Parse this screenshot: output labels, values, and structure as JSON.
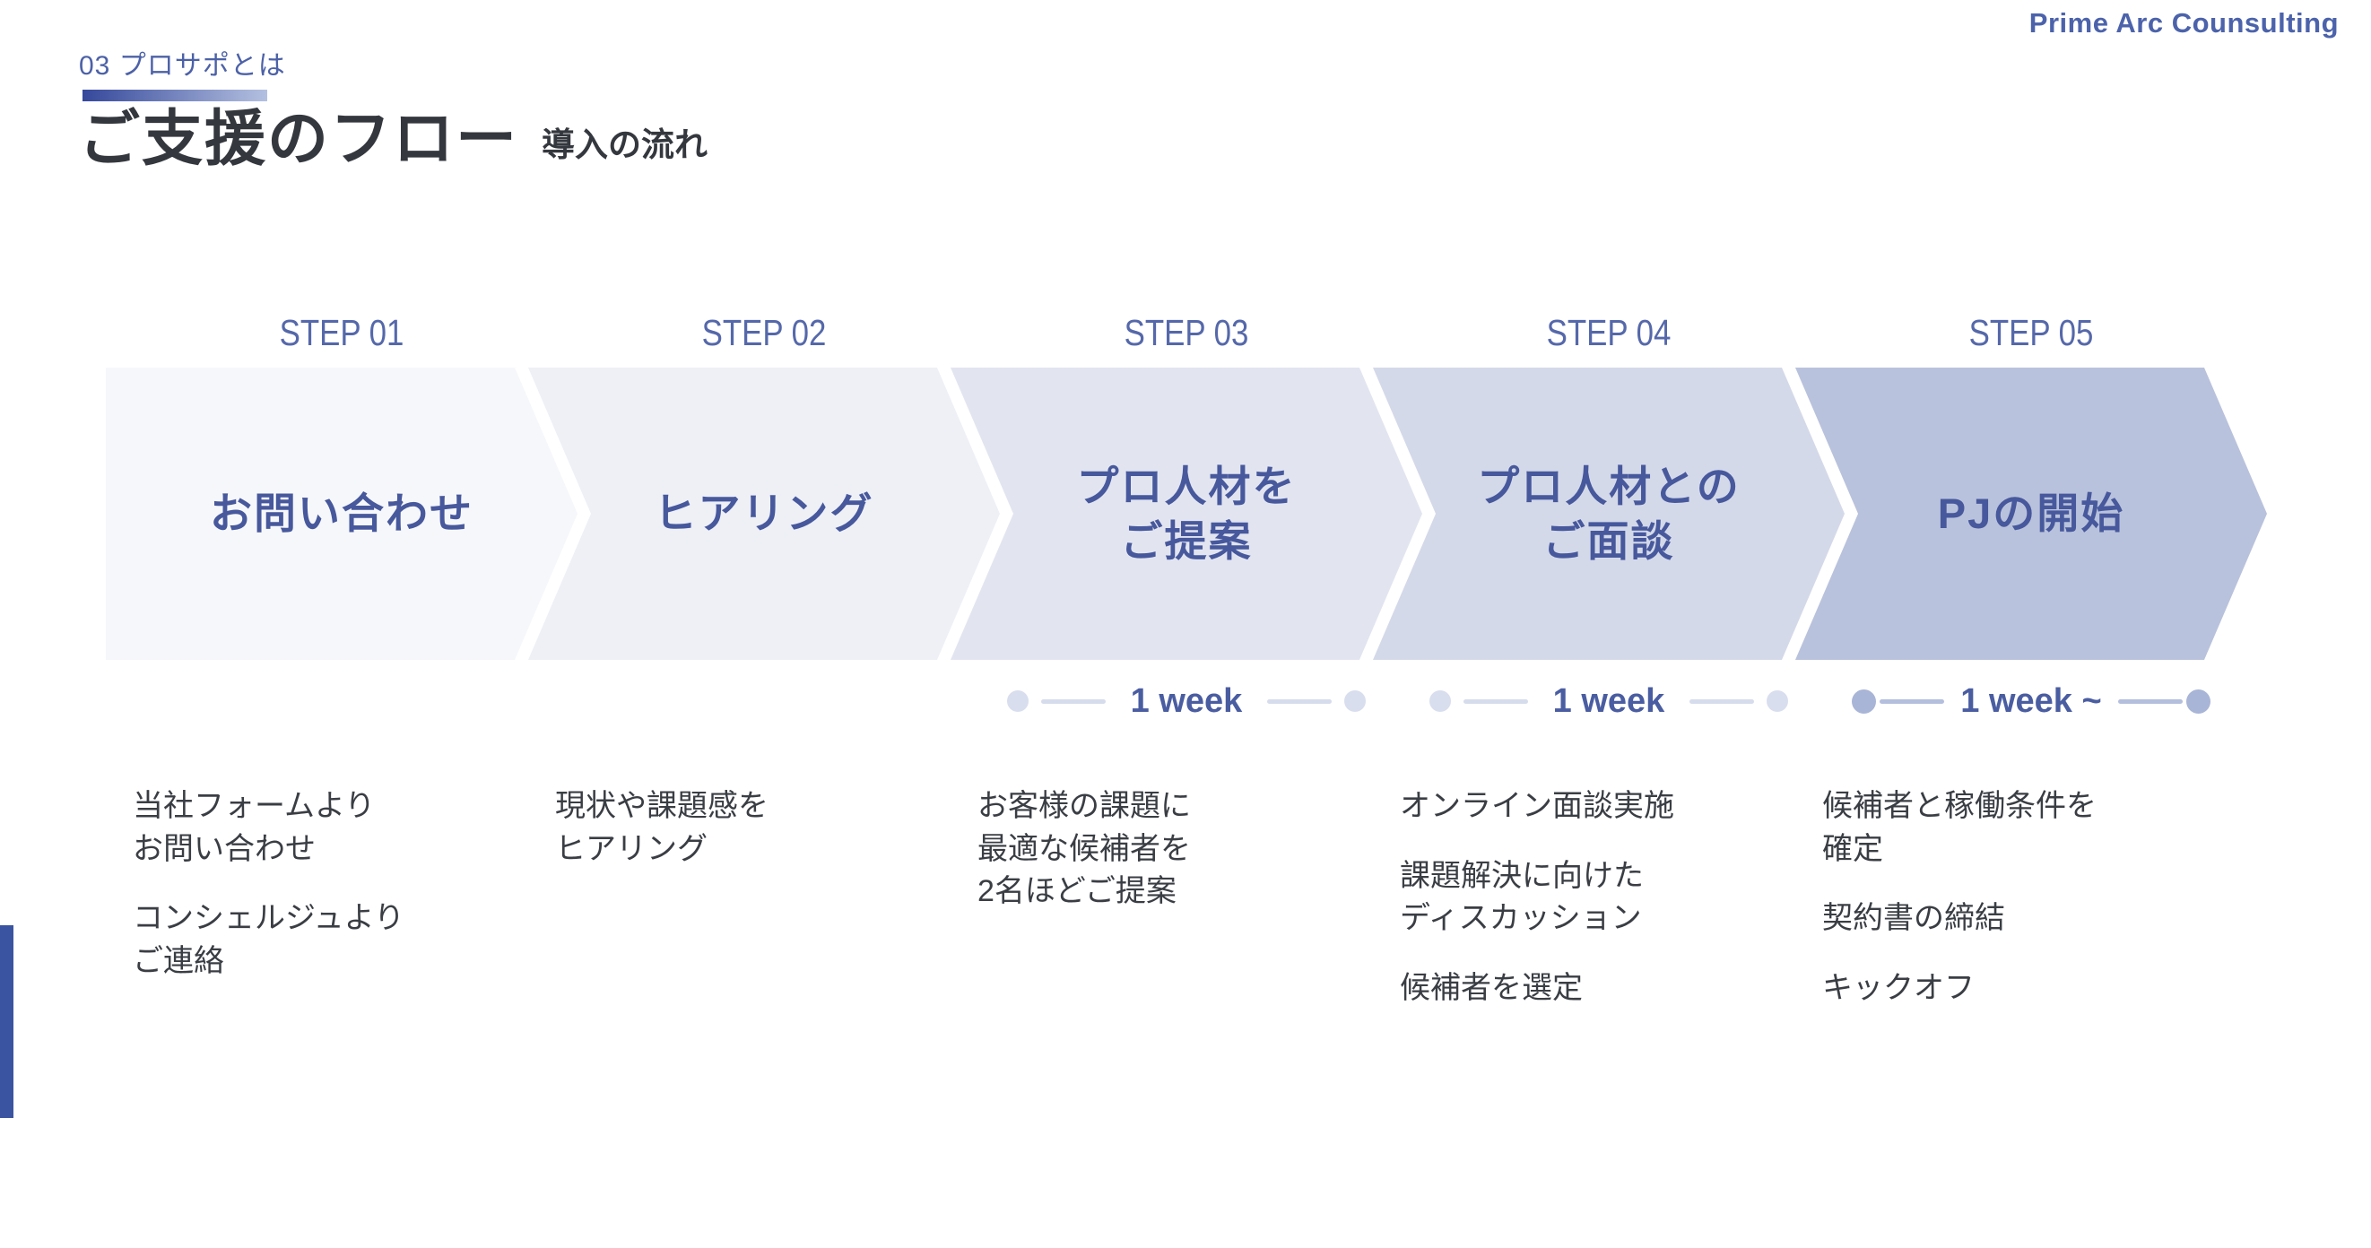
{
  "brand": {
    "logo_text": "Prime Arc Counsulting"
  },
  "header": {
    "section_label": "03 プロサポとは",
    "title": "ご支援のフロー",
    "subtitle": "導入の流れ"
  },
  "flow": {
    "steps": [
      {
        "step_label": "STEP 01",
        "title": "お問い合わせ",
        "fill": "#f6f7fa",
        "duration": "",
        "descriptions": [
          "当社フォームより\nお問い合わせ",
          "コンシェルジュより\nご連絡"
        ]
      },
      {
        "step_label": "STEP 02",
        "title": "ヒアリング",
        "fill": "#eef0f6",
        "duration": "",
        "descriptions": [
          "現状や課題感を\nヒアリング"
        ]
      },
      {
        "step_label": "STEP 03",
        "title": "プロ人材を\nご提案",
        "fill": "#e2e5f0",
        "duration": "1 week",
        "descriptions": [
          "お客様の課題に\n最適な候補者を\n2名ほどご提案"
        ]
      },
      {
        "step_label": "STEP 04",
        "title": "プロ人材との\nご面談",
        "fill": "#d4d9e9",
        "duration": "1 week",
        "descriptions": [
          "オンライン面談実施",
          "課題解決に向けた\nディスカッション",
          "候補者を選定"
        ]
      },
      {
        "step_label": "STEP 05",
        "title": "PJの開始",
        "fill": "#b9c2dc",
        "duration": "1 week ~",
        "descriptions": [
          "候補者と稼働条件を\n確定",
          "契約書の締結",
          "キックオフ"
        ]
      }
    ]
  },
  "colors": {
    "accent_blue": "#4a5da1",
    "section_label_blue": "#4c61a7",
    "title_dark": "#34383e",
    "body_text": "#3a3e44",
    "gradient_bar_start": "#35489b",
    "gradient_bar_end": "#b4c0e0",
    "chevron_fills": [
      "#f6f7fa",
      "#eef0f6",
      "#e2e5f0",
      "#d4d9e9",
      "#b9c2dc"
    ],
    "dot_light": "#d8deee",
    "dot_dark": "#a9b5d6"
  }
}
